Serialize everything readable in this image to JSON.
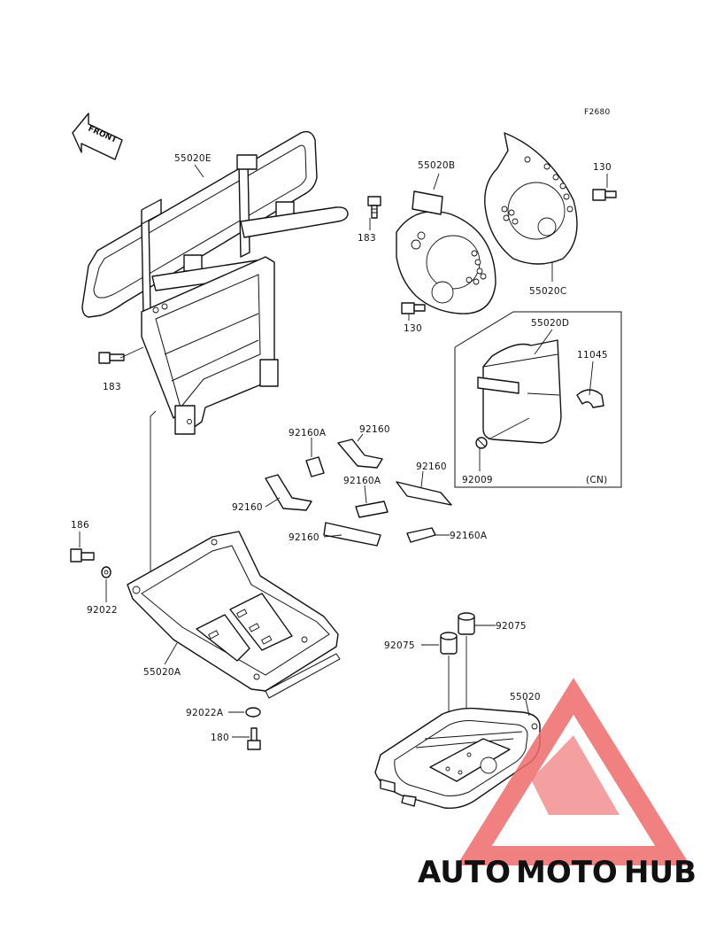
{
  "figure_code": "F2680",
  "front_label": "FRONT",
  "labels": {
    "p55020E": "55020E",
    "p183_top": "183",
    "p183_left": "183",
    "p55020B": "55020B",
    "p55020C": "55020C",
    "p130_top": "130",
    "p130_bottom": "130",
    "p55020D": "55020D",
    "p11045": "11045",
    "p92009": "92009",
    "cn": "(CN)",
    "p92160A_1": "92160A",
    "p92160_1": "92160",
    "p92160A_2": "92160A",
    "p92160_2": "92160",
    "p92160_3": "92160",
    "p92160_4": "92160",
    "p92160A_3": "92160A",
    "p186": "186",
    "p92022": "92022",
    "p55020A": "55020A",
    "p92022A": "92022A",
    "p180": "180",
    "p92075_right": "92075",
    "p92075_left": "92075",
    "p55020": "55020"
  },
  "watermark": {
    "part1": "AUTO",
    "part2": "MOTO",
    "part3": "HUB",
    "color_auto": "#f2b44a",
    "color_moto": "#e86a6a",
    "color_hub": "#4a4a4a",
    "color_logo": "#ef6b6b"
  }
}
